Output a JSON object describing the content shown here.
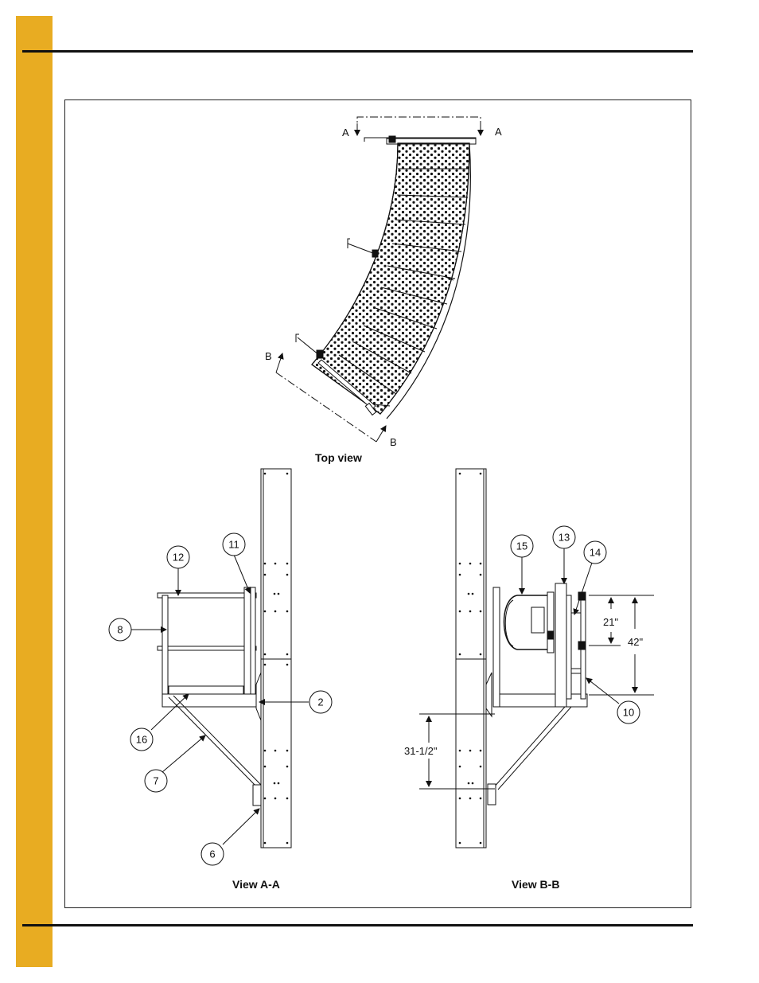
{
  "page": {
    "accent_color": "#e8ac22",
    "rule_color": "#111111"
  },
  "top_view": {
    "caption": "Top view",
    "section_a_left": "A",
    "section_a_right": "A",
    "section_b_top": "B",
    "section_b_bottom": "B"
  },
  "view_aa": {
    "caption": "View A-A",
    "callouts": [
      "12",
      "11",
      "8",
      "2",
      "16",
      "7",
      "6"
    ]
  },
  "view_bb": {
    "caption": "View B-B",
    "callouts": [
      "15",
      "13",
      "14",
      "10"
    ],
    "dimensions": [
      "21\"",
      "42\"",
      "31-1/2\""
    ]
  }
}
